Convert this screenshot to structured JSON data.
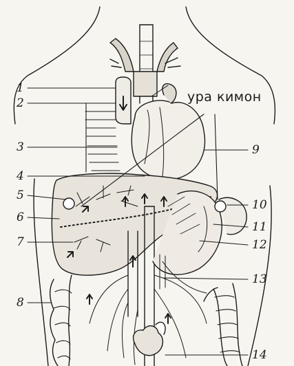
{
  "caption": "ура кимон",
  "labels": {
    "n1": "1",
    "n2": "2",
    "n3": "3",
    "n4": "4",
    "n5": "5",
    "n6": "6",
    "n7": "7",
    "n8": "8",
    "n9": "9",
    "n10": "10",
    "n11": "11",
    "n12": "12",
    "n13": "13",
    "n14": "14"
  },
  "colors": {
    "ink": "#1a1a1a",
    "paper": "#f7f5f0",
    "shade": "#cfcac0"
  }
}
